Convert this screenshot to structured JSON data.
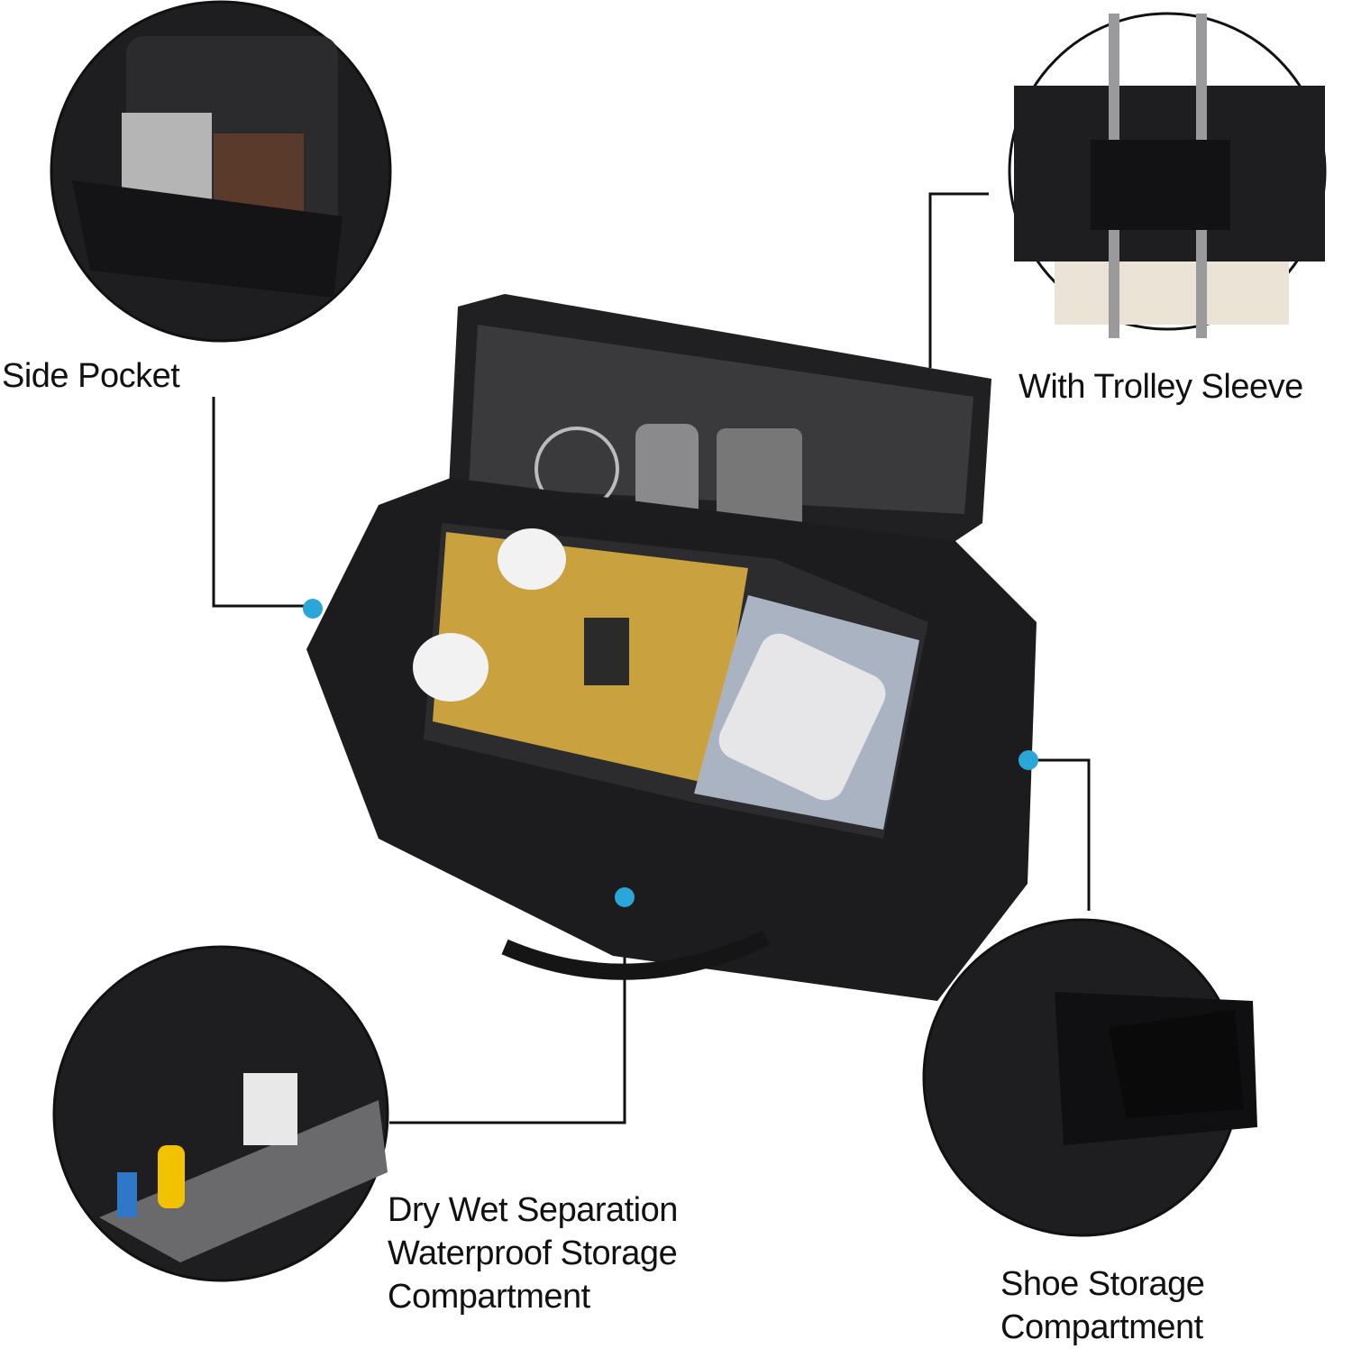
{
  "callouts": {
    "side_pocket": "Side Pocket",
    "trolley_sleeve": "With Trolley Sleeve",
    "dry_wet_line1": "Dry Wet Separation",
    "dry_wet_line2": "Waterproof Storage",
    "dry_wet_line3": "Compartment",
    "shoe_line1": "Shoe Storage",
    "shoe_line2": "Compartment"
  },
  "colors": {
    "accent_dot": "#2aa6d8",
    "bag": "#1c1c1e",
    "line": "#111111"
  }
}
